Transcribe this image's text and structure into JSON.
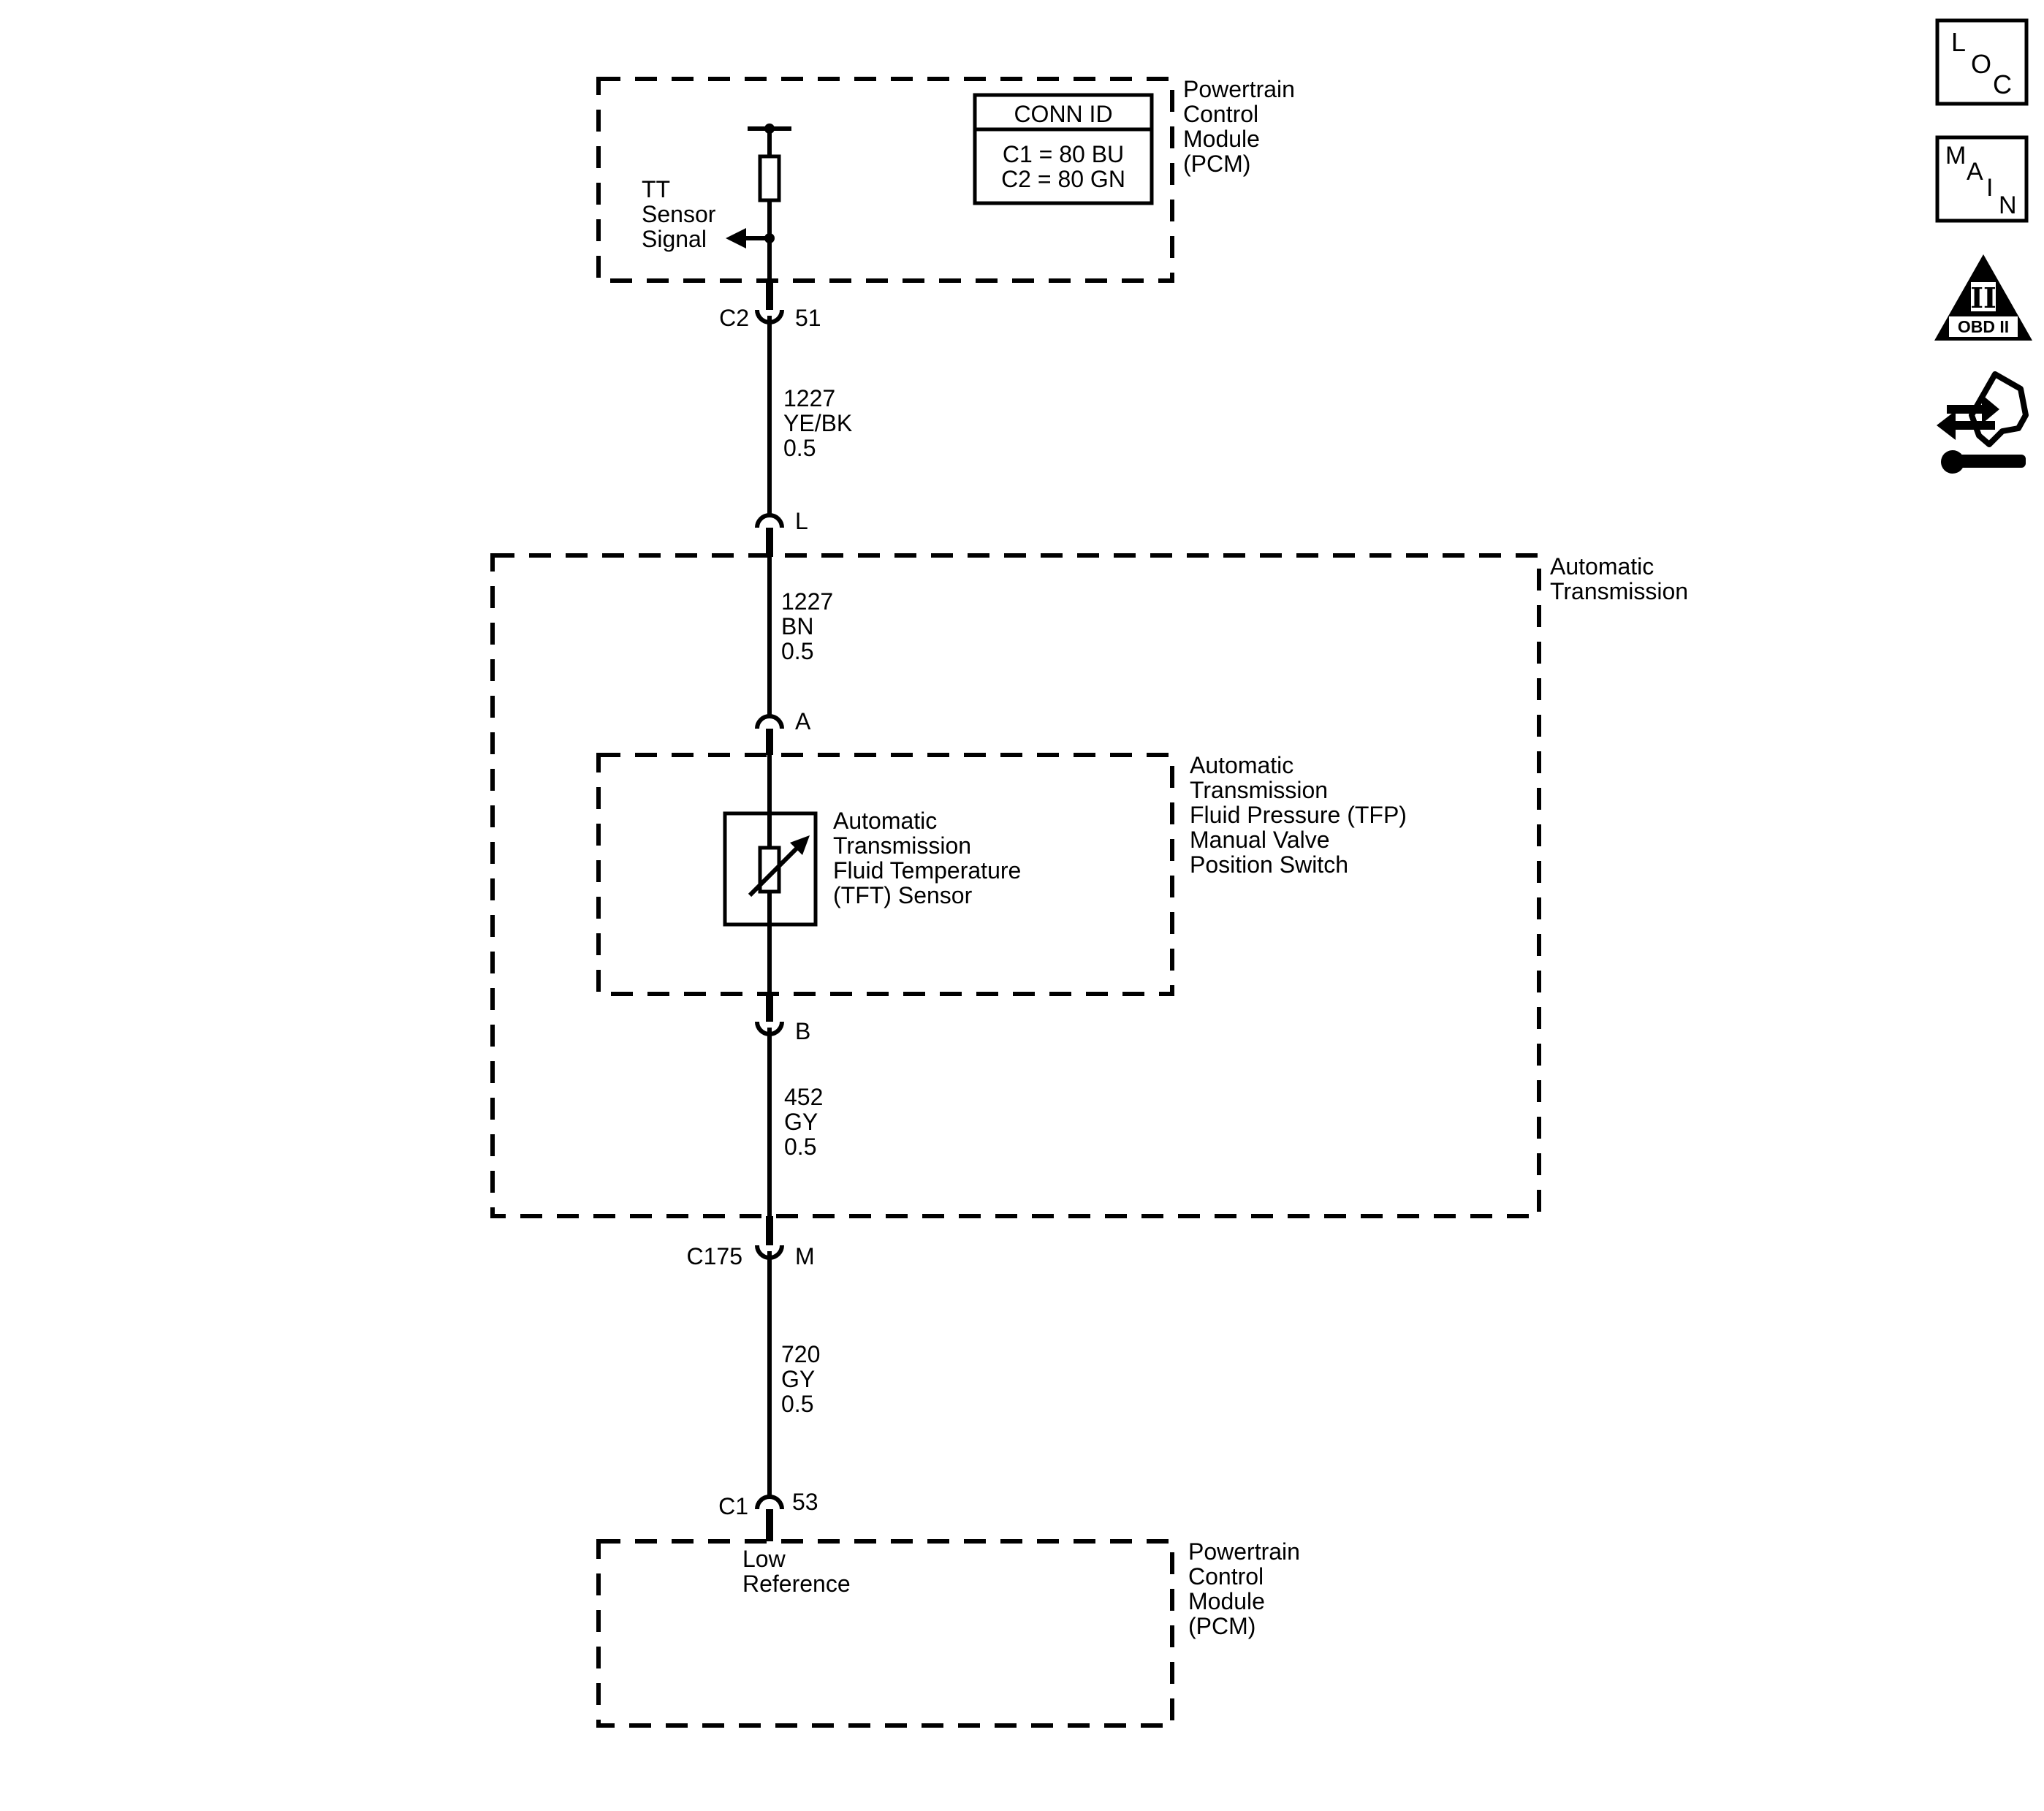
{
  "pcm_top": {
    "name": [
      "Powertrain",
      "Control",
      "Module",
      "(PCM)"
    ],
    "signal": [
      "TT",
      "Sensor",
      "Signal"
    ]
  },
  "conn_id": {
    "header": "CONN ID",
    "lines": [
      "C1 = 80 BU",
      "C2 = 80 GN"
    ]
  },
  "connector_c2": {
    "id": "C2",
    "pin": "51"
  },
  "wire_1": {
    "circuit": "1227",
    "color": "YE/BK",
    "size": "0.5"
  },
  "pin_l": "L",
  "auto_trans": {
    "name": [
      "Automatic",
      "Transmission"
    ]
  },
  "wire_2": {
    "circuit": "1227",
    "color": "BN",
    "size": "0.5"
  },
  "pin_a": "A",
  "tfp_switch": {
    "name": [
      "Automatic",
      "Transmission",
      "Fluid Pressure (TFP)",
      "Manual Valve",
      "Position Switch"
    ]
  },
  "tft_sensor": {
    "name": [
      "Automatic",
      "Transmission",
      "Fluid Temperature",
      "(TFT) Sensor"
    ]
  },
  "pin_b": "B",
  "wire_3": {
    "circuit": "452",
    "color": "GY",
    "size": "0.5"
  },
  "connector_c175": {
    "id": "C175",
    "pin": "M"
  },
  "wire_4": {
    "circuit": "720",
    "color": "GY",
    "size": "0.5"
  },
  "connector_c1": {
    "id": "C1",
    "pin": "53"
  },
  "pcm_bottom": {
    "name": [
      "Powertrain",
      "Control",
      "Module",
      "(PCM)"
    ],
    "signal": [
      "Low",
      "Reference"
    ]
  },
  "side_nav": {
    "loc": {
      "letters": [
        "L",
        "O",
        "C"
      ]
    },
    "main": {
      "letters": [
        "M",
        "A",
        "I",
        "N"
      ]
    },
    "obd": {
      "numeral": "II",
      "label": "OBD II"
    }
  }
}
